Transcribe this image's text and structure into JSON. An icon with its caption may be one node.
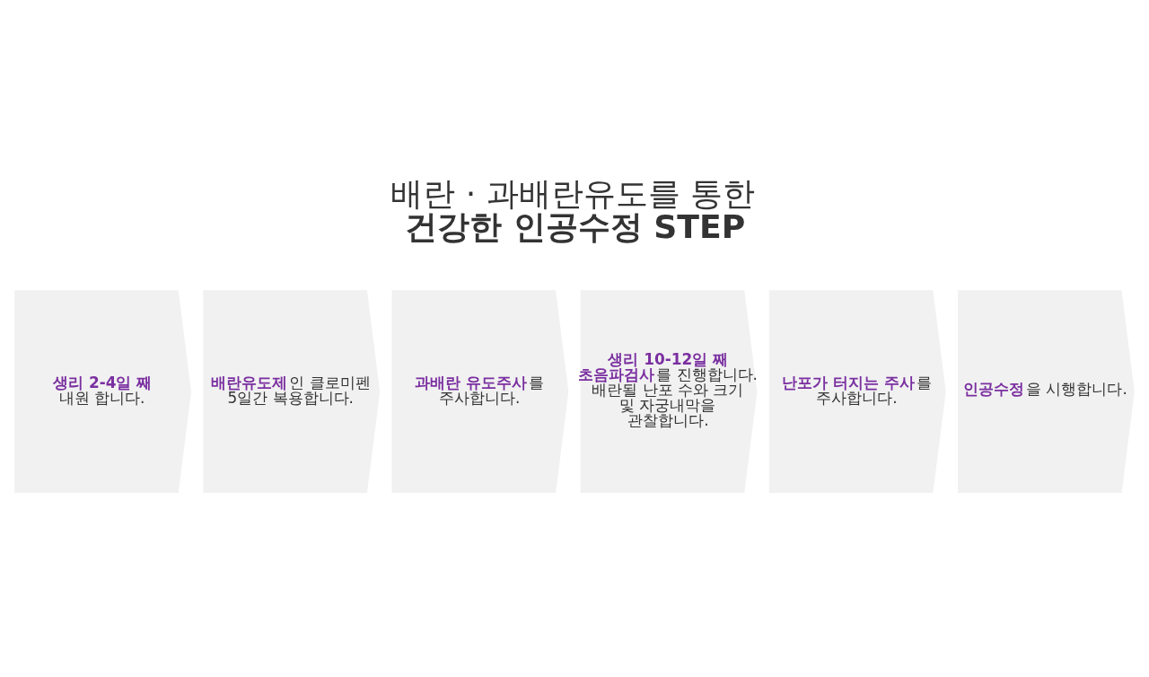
{
  "diagram": {
    "title": "배란 · 과배란유도를 통한 **건강한 인공수정 STEP**",
    "nodes": [
      {
        "text": [
          "생리 2-4일 째",
          "내원 합니다."
        ]
      },
      {
        "text": [
          "**배란유도제**인 클로미펜 5일간 복용합니다."
        ]
      },
      {
        "text": [
          "**과배란 유도주사**를 주사합니다."
        ]
      },
      {
        "text": [
          "생리 10-12일 째",
          "**초음파검사**를 진행합니다. 배란될 난포 수와 크기 및 자궁내막을 관찰합니다."
        ]
      },
      {
        "text": [
          "**난포가 터지는 주사**를 주사합니다."
        ]
      },
      {
        "text": [
          "**인공수정**을 시행합니다."
        ]
      }
    ]
  }
}
